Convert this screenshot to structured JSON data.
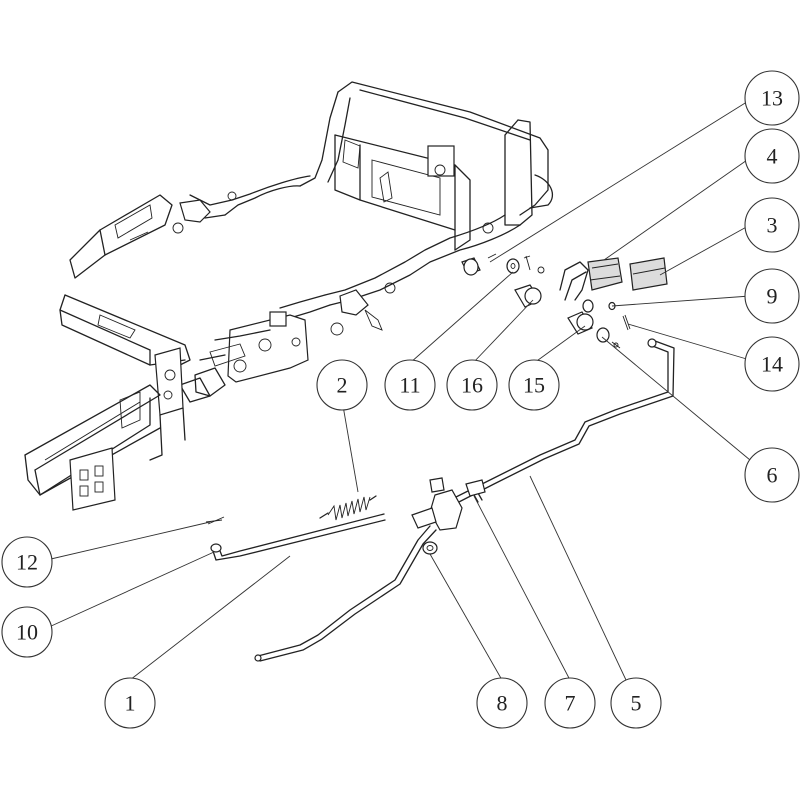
{
  "callouts": [
    {
      "id": "c13",
      "label": "13"
    },
    {
      "id": "c4",
      "label": "4"
    },
    {
      "id": "c3",
      "label": "3"
    },
    {
      "id": "c9",
      "label": "9"
    },
    {
      "id": "c14",
      "label": "14"
    },
    {
      "id": "c6",
      "label": "6"
    },
    {
      "id": "c2",
      "label": "2"
    },
    {
      "id": "c11",
      "label": "11"
    },
    {
      "id": "c16",
      "label": "16"
    },
    {
      "id": "c15",
      "label": "15"
    },
    {
      "id": "c12",
      "label": "12"
    },
    {
      "id": "c10",
      "label": "10"
    },
    {
      "id": "c1",
      "label": "1"
    },
    {
      "id": "c8",
      "label": "8"
    },
    {
      "id": "c7",
      "label": "7"
    },
    {
      "id": "c5",
      "label": "5"
    }
  ],
  "colors": {
    "line": "#222222",
    "background": "#ffffff"
  }
}
